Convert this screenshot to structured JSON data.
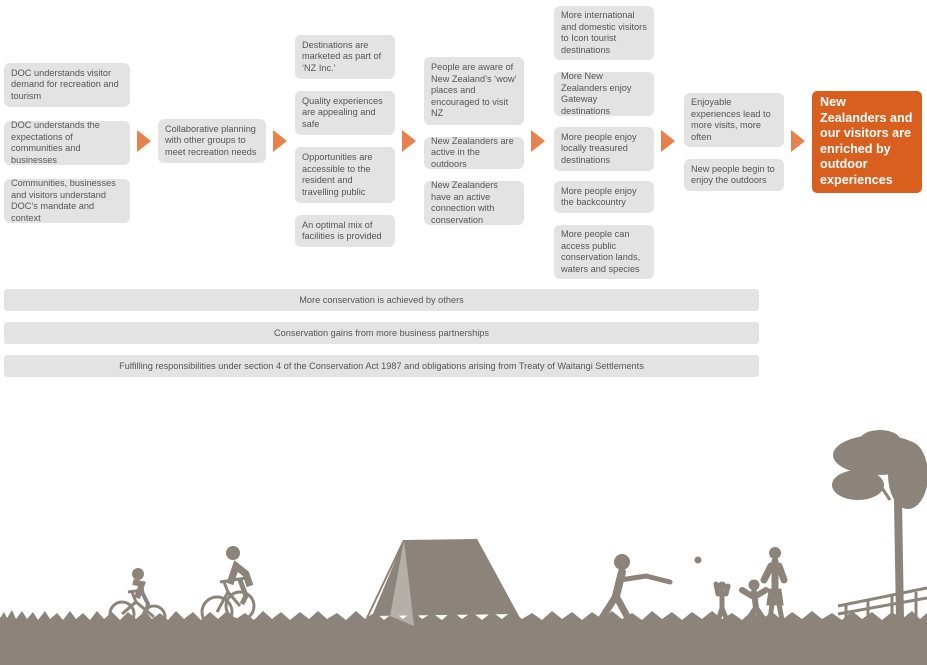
{
  "col1": [
    "DOC understands visitor demand for recreation and tourism",
    "DOC understands the expectations of communities and businesses",
    "Communities, businesses and visitors understand DOC’s mandate and context"
  ],
  "col2": [
    "Collaborative planning with other groups to meet recreation needs"
  ],
  "col3": [
    "Destinations are marketed as part of ‘NZ Inc.’",
    "Quality experiences are appealing and safe",
    "Opportunities are accessible to the resident and travelling public",
    "An optimal mix of facilities is provided"
  ],
  "col4": [
    "People are aware of New Zealand’s ‘wow’ places and encouraged to visit NZ",
    "New Zealanders are active in the outdoors",
    "New Zealanders have an active connection with conservation"
  ],
  "col5": [
    "More international and domestic visitors to Icon tourist destinations",
    "More New Zealanders enjoy Gateway destinations",
    "More people enjoy locally treasured destinations",
    "More people enjoy the backcountry",
    "More people can access public conservation lands, waters and species"
  ],
  "col6": [
    "Enjoyable experiences lead to more visits, more often",
    "New people begin to enjoy the outdoors"
  ],
  "outcome": "New Zealanders and our visitors are enriched by outdoor experiences",
  "bars": [
    "More conservation is achieved by others",
    "Conservation gains from more business partnerships",
    "Fulfilling responsibilities under section 4 of the Conservation Act 1987 and obligations arising from Treaty of Waitangi Settlements"
  ],
  "colors": {
    "box": "#e3e3e3",
    "text": "#555555",
    "accent": "#d95f1e",
    "arrow": "#e8814b",
    "silhouette": "#8c847a"
  }
}
